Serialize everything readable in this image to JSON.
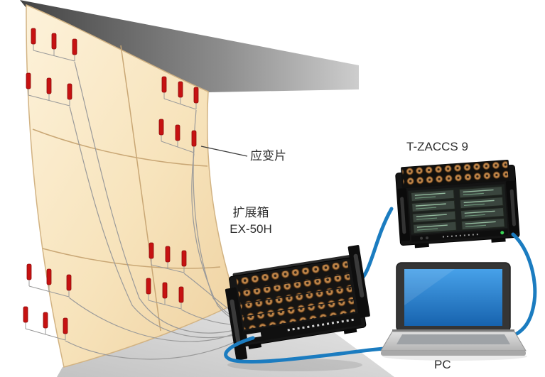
{
  "diagram": {
    "labels": {
      "strain_gauge": "应变片",
      "expansion_box_line1": "扩展箱",
      "expansion_box_line2": "EX-50H",
      "daq": "T-ZACCS 9",
      "pc": "PC"
    },
    "colors": {
      "cable_blue": "#1b7cc0",
      "gauge_red": "#c61212",
      "panel_beige": "#f7e3bb",
      "device_black": "#161616",
      "screen_blue": "#2a7fd4",
      "label_text": "#2e2e2e"
    }
  }
}
